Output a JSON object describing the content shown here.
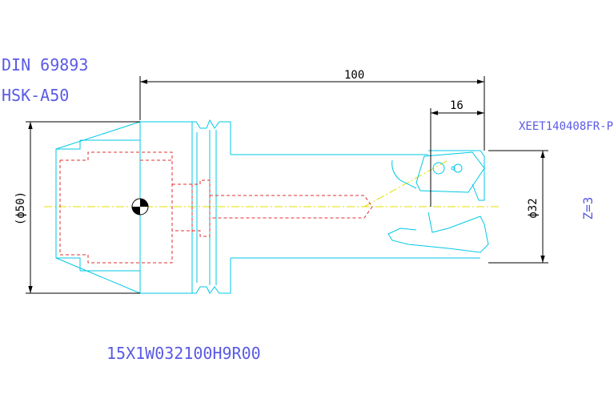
{
  "labels": {
    "standard": "DIN 69893",
    "interface": "HSK-A50",
    "part_number": "15X1W032100H9R00",
    "insert": "XEET140408FR-P",
    "teeth": "Z=3"
  },
  "dimensions": {
    "overall_length": "100",
    "insert_length": "16",
    "flange_diameter": "(ϕ50)",
    "cutter_diameter": "ϕ32"
  },
  "colors": {
    "annotation": "#5a5ae6",
    "outline": "#00c8e6",
    "hidden": "#e03030",
    "dimension": "#000000",
    "centerline": "#e0e000"
  }
}
